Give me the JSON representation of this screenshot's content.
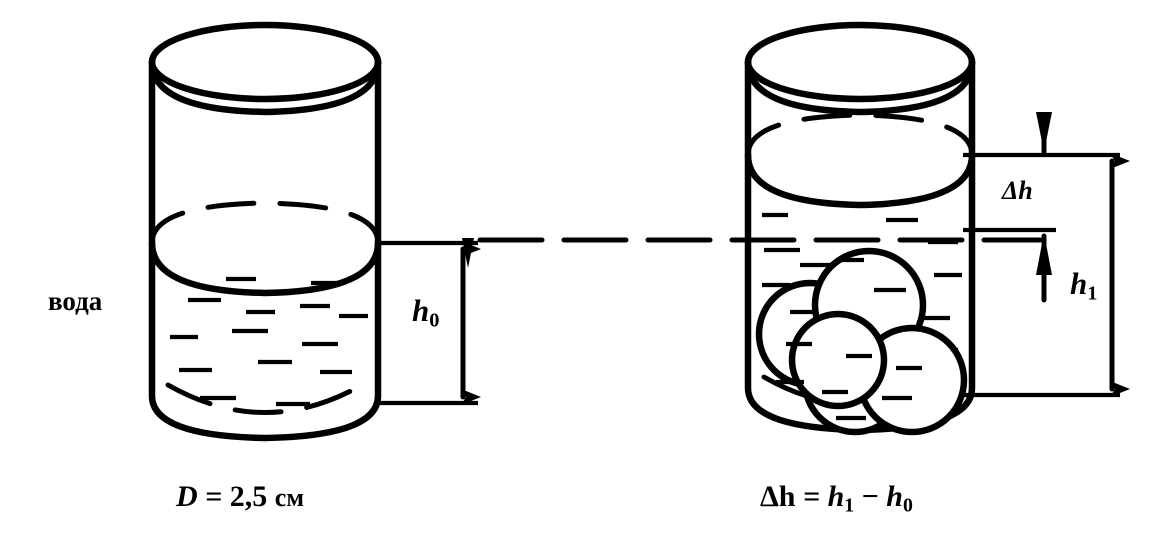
{
  "diagram": {
    "title": "Water displacement by spheres in a cylinder",
    "language": "ru",
    "stroke_color": "#000000",
    "fill_color": "#ffffff",
    "labels": {
      "water_left": "вода",
      "h0": "h",
      "h0_sub": "0",
      "h1": "h",
      "h1_sub": "1",
      "delta_h": "Δh"
    },
    "captions": {
      "left": {
        "symbol": "D",
        "equals": "=",
        "value": "2,5",
        "unit": "см",
        "full": "D = 2,5 см"
      },
      "right": {
        "lhs": "Δh",
        "equals": "=",
        "term1": "h",
        "term1_sub": "1",
        "minus": "−",
        "term2": "h",
        "term2_sub": "0",
        "full": "Δh = h1 − h0"
      }
    },
    "left_vessel": {
      "name": "cylinder-without-spheres",
      "water_level_label": "h0",
      "sphere_count": 0
    },
    "right_vessel": {
      "name": "cylinder-with-spheres",
      "water_level_label": "h1",
      "sphere_count": 5
    },
    "connector": {
      "style": "dash-dot",
      "meaning": "initial water level reference"
    }
  }
}
